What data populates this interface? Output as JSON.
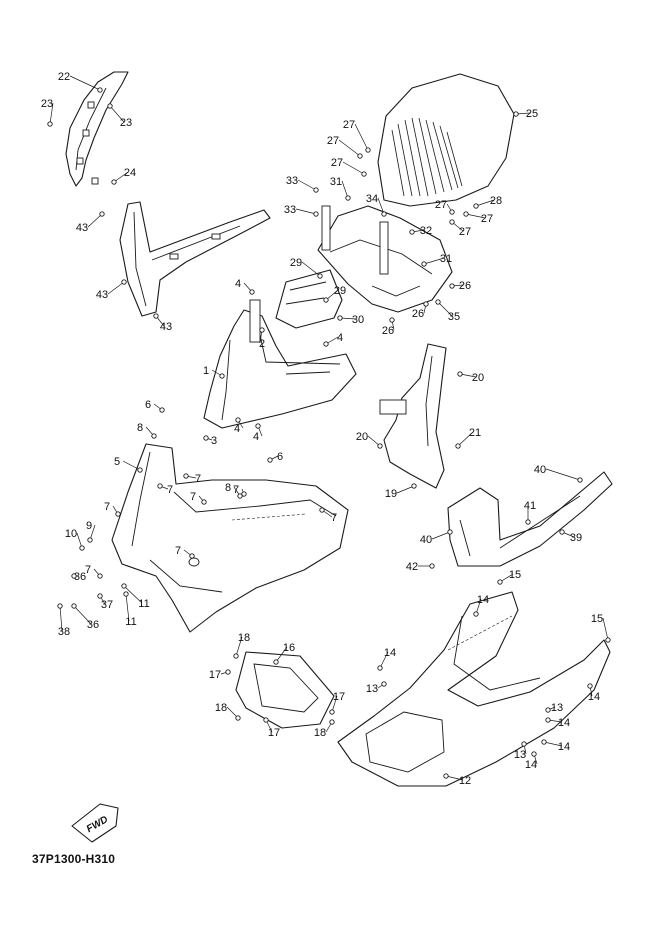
{
  "diagram": {
    "code": "37P1300-H310",
    "direction_badge": "FWD",
    "callouts": [
      "1",
      "2",
      "3",
      "4",
      "4",
      "4",
      "4",
      "5",
      "6",
      "6",
      "7",
      "7",
      "7",
      "7",
      "7",
      "7",
      "7",
      "7",
      "8",
      "8",
      "9",
      "10",
      "11",
      "11",
      "12",
      "13",
      "13",
      "13",
      "14",
      "14",
      "14",
      "14",
      "14",
      "14",
      "15",
      "15",
      "16",
      "17",
      "17",
      "17",
      "18",
      "18",
      "18",
      "19",
      "20",
      "20",
      "21",
      "22",
      "23",
      "23",
      "24",
      "25",
      "26",
      "26",
      "26",
      "27",
      "27",
      "27",
      "27",
      "27",
      "27",
      "28",
      "29",
      "29",
      "30",
      "31",
      "31",
      "32",
      "33",
      "33",
      "34",
      "35",
      "36",
      "36",
      "37",
      "38",
      "39",
      "40",
      "40",
      "41",
      "42",
      "43",
      "43",
      "43"
    ]
  }
}
